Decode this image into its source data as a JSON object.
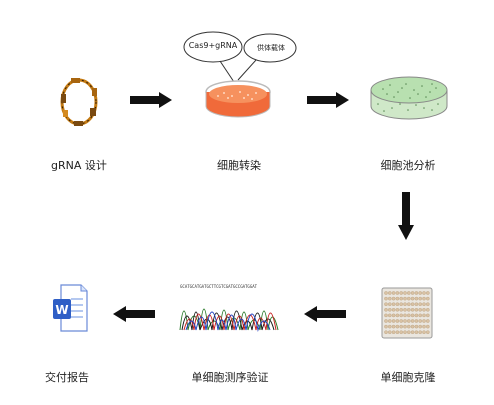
{
  "steps": [
    {
      "label": "gRNA 设计",
      "icon": "plasmid-icon"
    },
    {
      "label": "细胞转染",
      "icon": "petri-dish-red-icon"
    },
    {
      "label": "细胞池分析",
      "icon": "petri-dish-green-icon"
    },
    {
      "label": "单细胞克隆",
      "icon": "well-plate-icon"
    },
    {
      "label": "单细胞测序验证",
      "icon": "sequencing-chromatogram-icon"
    },
    {
      "label": "交付报告",
      "icon": "word-document-icon"
    }
  ],
  "transfection": {
    "bubble_left": "Cas9+gRNA",
    "bubble_right": "供体载体"
  },
  "sequence_text": "GCATGCATGATGCTTCGTCGATGCCGATGGAT",
  "colors": {
    "arrow": "#111111",
    "petri_red": "#f06a3a",
    "petri_green": "#b8e0b0",
    "plate": "#d9c2a4"
  }
}
